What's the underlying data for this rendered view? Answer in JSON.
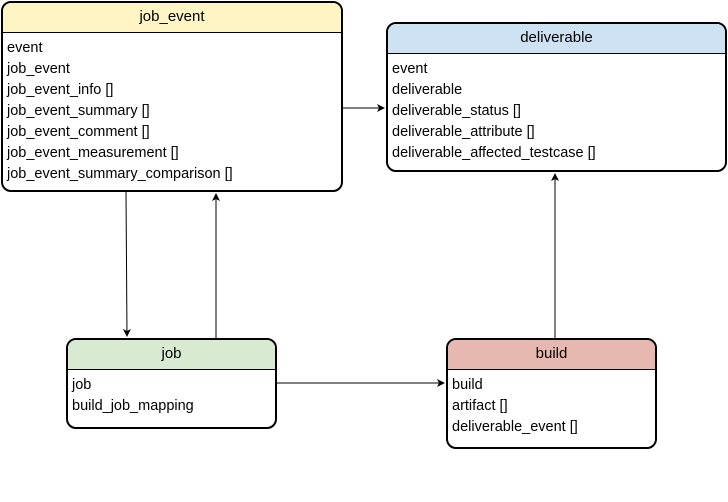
{
  "colors": {
    "job_event_header": "#fff4c3",
    "deliverable_header": "#cfe2f3",
    "job_header": "#d9ead3",
    "build_header": "#e6b8af",
    "stroke": "#000000"
  },
  "entities": {
    "job_event": {
      "title": "job_event",
      "items": [
        "event",
        "job_event",
        "job_event_info []",
        "job_event_summary []",
        "job_event_comment []",
        "job_event_measurement []",
        "job_event_summary_comparison []"
      ]
    },
    "deliverable": {
      "title": "deliverable",
      "items": [
        "event",
        "deliverable",
        "deliverable_status []",
        "deliverable_attribute []",
        "deliverable_affected_testcase []"
      ]
    },
    "job": {
      "title": "job",
      "items": [
        "job",
        "build_job_mapping"
      ]
    },
    "build": {
      "title": "build",
      "items": [
        "build",
        "artifact []",
        "deliverable_event []"
      ]
    }
  },
  "edges": [
    {
      "from": "job_event",
      "to": "deliverable"
    },
    {
      "from": "job_event",
      "to": "job"
    },
    {
      "from": "job",
      "to": "job_event"
    },
    {
      "from": "job",
      "to": "build"
    },
    {
      "from": "build",
      "to": "deliverable"
    }
  ]
}
